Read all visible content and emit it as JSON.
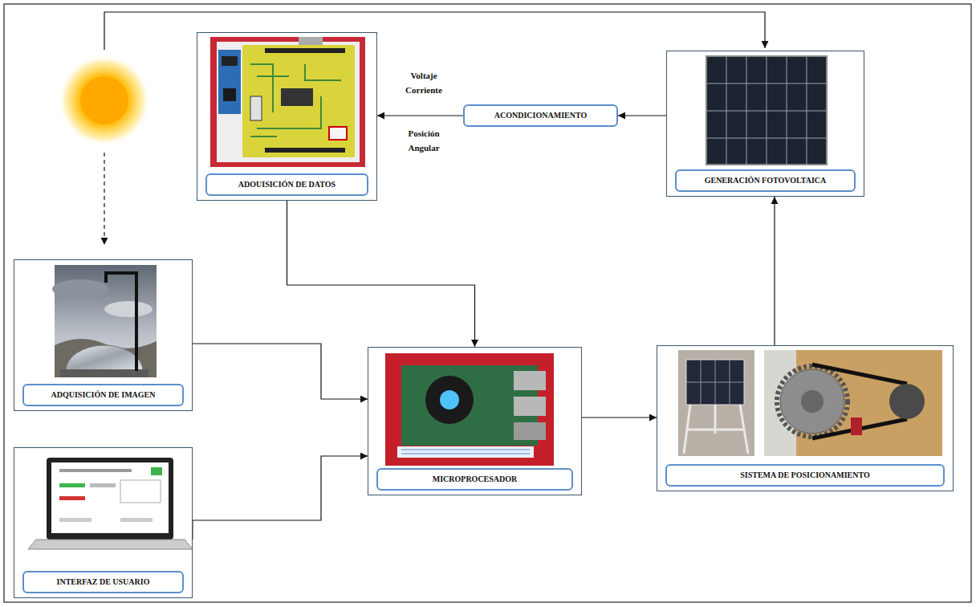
{
  "diagram": {
    "nodes": [
      {
        "text": [
          "ADOUISICIÓN DE DATOS"
        ]
      },
      {
        "text": [
          "ACONDICIONAMIENTO"
        ]
      },
      {
        "text": [
          "GENERACIÓN FOTOVOLTAICA"
        ]
      },
      {
        "text": [
          "ADQUISICIÓN DE IMAGEN"
        ]
      },
      {
        "text": [
          "MICROPROCESADOR"
        ]
      },
      {
        "text": [
          "SISTEMA DE POSICIONAMIENTO"
        ]
      },
      {
        "text": [
          "INTERFAZ DE USUARIO"
        ]
      }
    ],
    "edges": [
      {
        "from": 2,
        "to": 1,
        "arrow": "to"
      },
      {
        "from": 1,
        "to": 0,
        "arrow": "to"
      },
      {
        "from": 0,
        "to": 4,
        "arrow": "to"
      },
      {
        "from": 3,
        "to": 4,
        "arrow": "to"
      },
      {
        "from": 6,
        "to": 4,
        "arrow": "to"
      },
      {
        "from": 4,
        "to": 5,
        "arrow": "to"
      },
      {
        "from": 5,
        "to": 2,
        "arrow": "to"
      }
    ],
    "labels": [
      "Voltaje Corriente",
      "Posición Angular"
    ]
  }
}
